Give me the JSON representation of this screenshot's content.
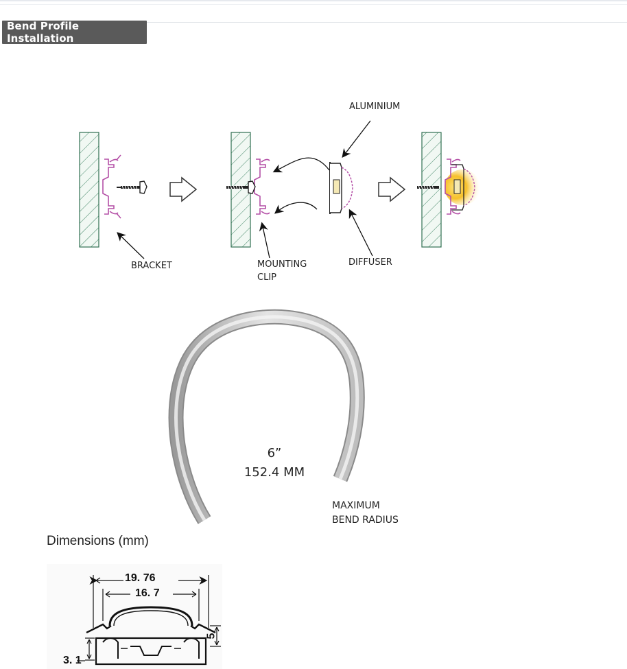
{
  "header": {
    "title": "Bend Profile Installation"
  },
  "install_diagram": {
    "labels": {
      "aluminium": "ALUMINIUM",
      "bracket": "BRACKET",
      "mounting_clip_line1": "MOUNTING",
      "mounting_clip_line2": "CLIP",
      "diffuser": "DIFFUSER"
    },
    "colors": {
      "wall_hatch": "#2f7a55",
      "wall_fill": "#eef6f0",
      "profile": "#b44fa6",
      "led_glow": "#f4c430"
    }
  },
  "bend": {
    "inches": "6”",
    "millimeters": "152.4 MM",
    "caption_line1": "MAXIMUM",
    "caption_line2": "BEND RADIUS"
  },
  "dimensions": {
    "title": "Dimensions (mm)",
    "overall_width": "19. 76",
    "inner_width": "16. 7",
    "height": "5",
    "base_height": "3. 1"
  }
}
